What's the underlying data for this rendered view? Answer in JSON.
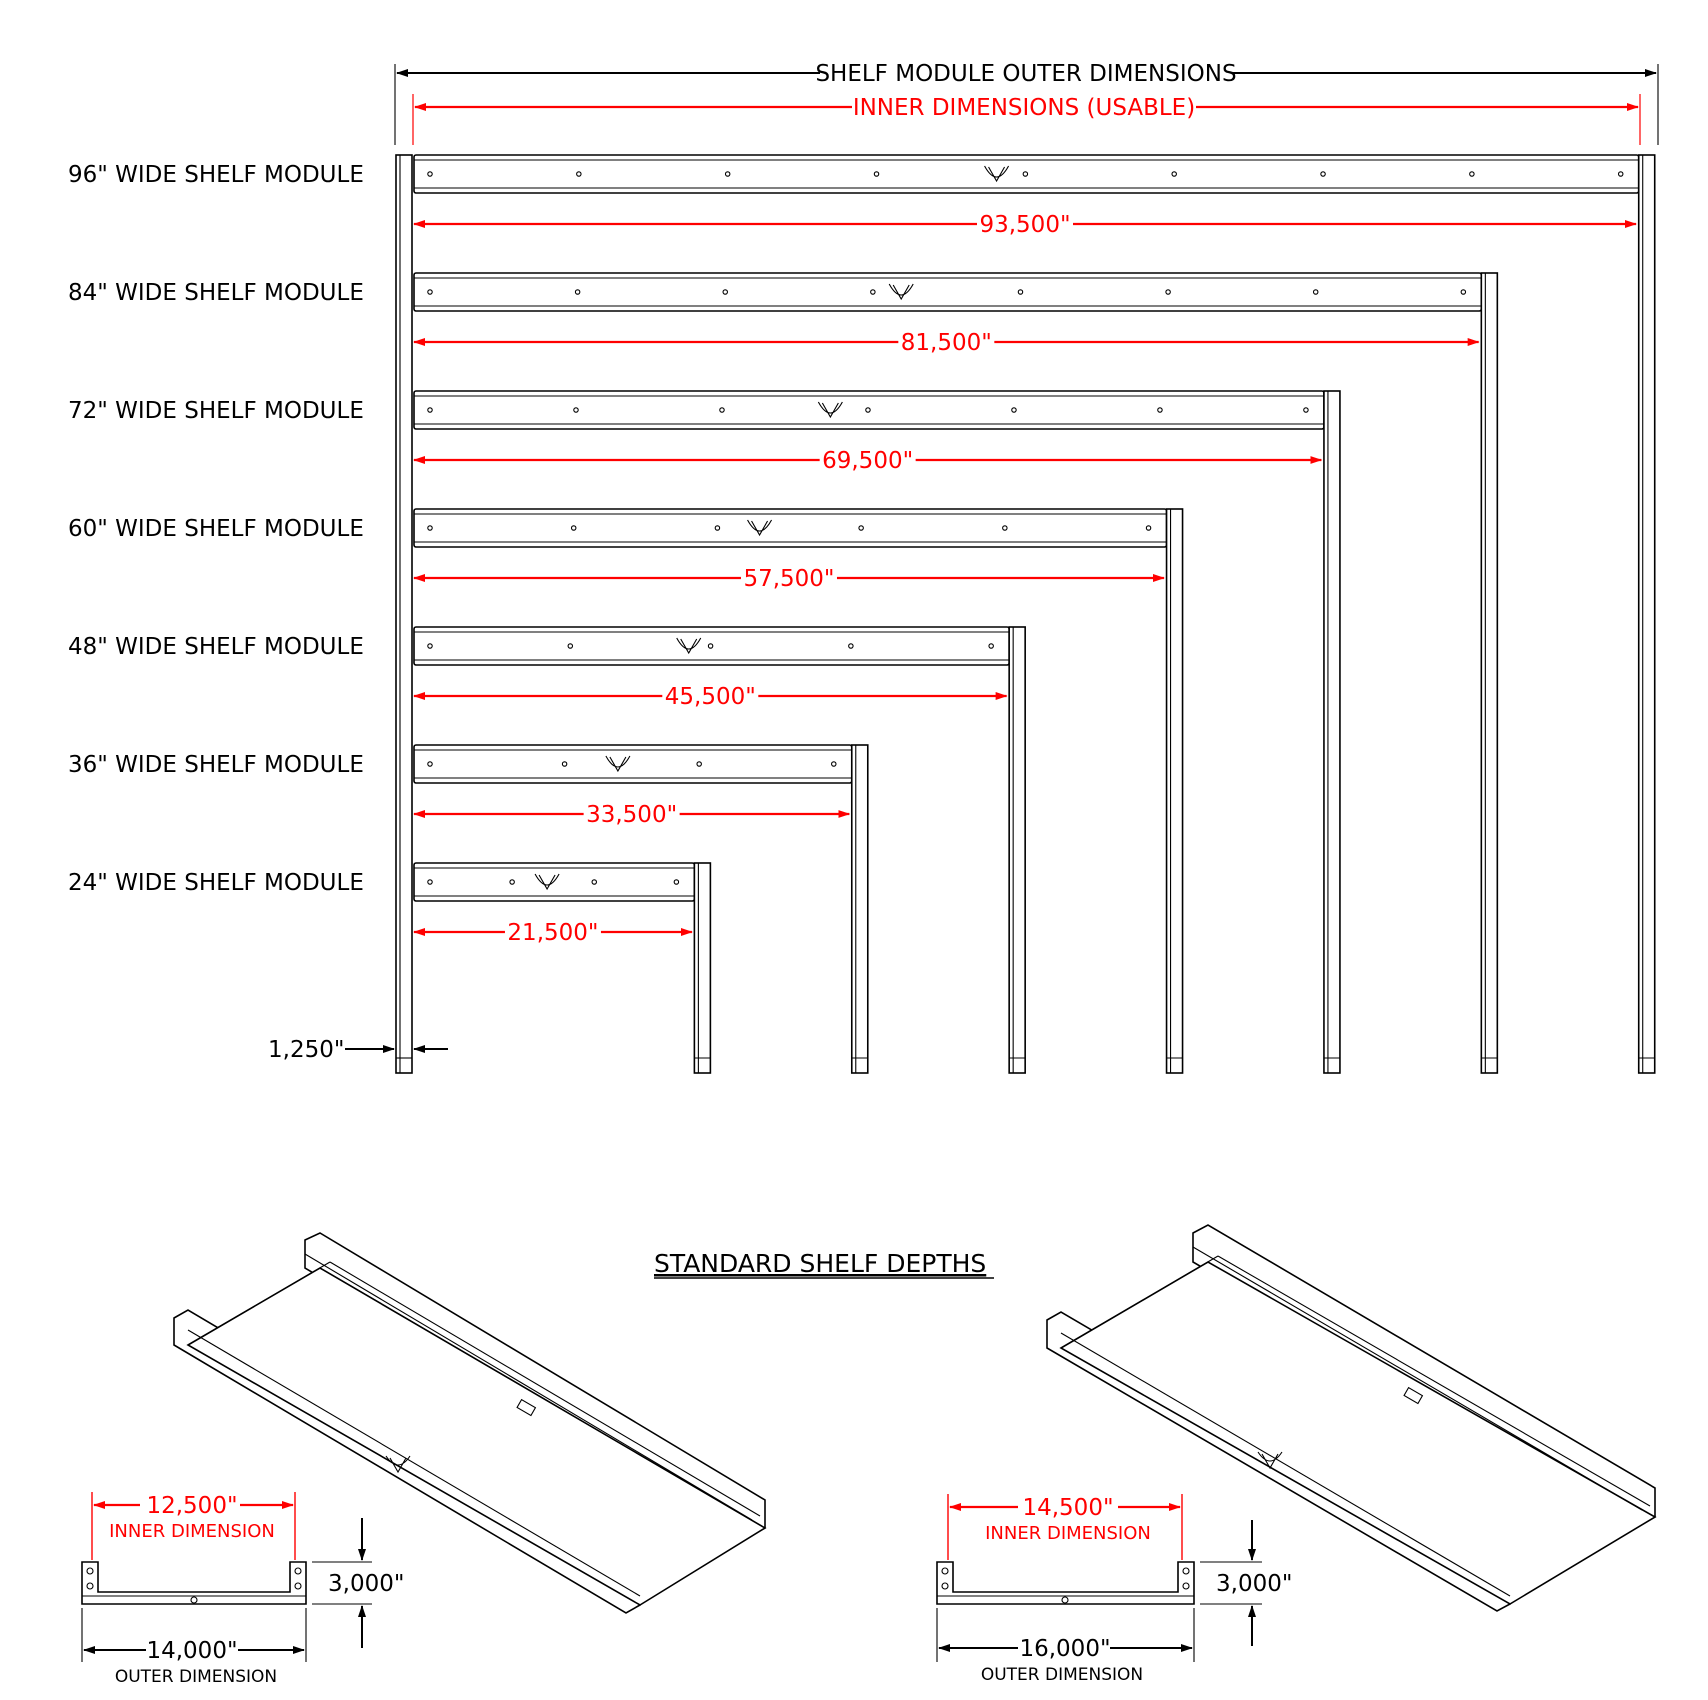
{
  "header": {
    "outer_label": "SHELF MODULE OUTER DIMENSIONS",
    "inner_label": "INNER DIMENSIONS (USABLE)"
  },
  "modules": [
    {
      "label": "96\" WIDE SHELF MODULE",
      "inner": "93,500\"",
      "outer_in": 96
    },
    {
      "label": "84\" WIDE SHELF MODULE",
      "inner": "81,500\"",
      "outer_in": 84
    },
    {
      "label": "72\" WIDE SHELF MODULE",
      "inner": "69,500\"",
      "outer_in": 72
    },
    {
      "label": "60\" WIDE SHELF MODULE",
      "inner": "57,500\"",
      "outer_in": 60
    },
    {
      "label": "48\" WIDE SHELF MODULE",
      "inner": "45,500\"",
      "outer_in": 48
    },
    {
      "label": "36\" WIDE SHELF MODULE",
      "inner": "33,500\"",
      "outer_in": 36
    },
    {
      "label": "24\" WIDE SHELF MODULE",
      "inner": "21,500\"",
      "outer_in": 24
    }
  ],
  "post_width": "1,250\"",
  "depths": {
    "title": "STANDARD SHELF DEPTHS",
    "left": {
      "inner_value": "12,500\"",
      "inner_caption": "INNER DIMENSION",
      "height_value": "3,000\"",
      "outer_value": "14,000\"",
      "outer_caption": "OUTER DIMENSION"
    },
    "right": {
      "inner_value": "14,500\"",
      "inner_caption": "INNER DIMENSION",
      "height_value": "3,000\"",
      "outer_value": "16,000\"",
      "outer_caption": "OUTER DIMENSION"
    }
  },
  "colors": {
    "accent_red": "#ff0000",
    "line": "#000000"
  }
}
